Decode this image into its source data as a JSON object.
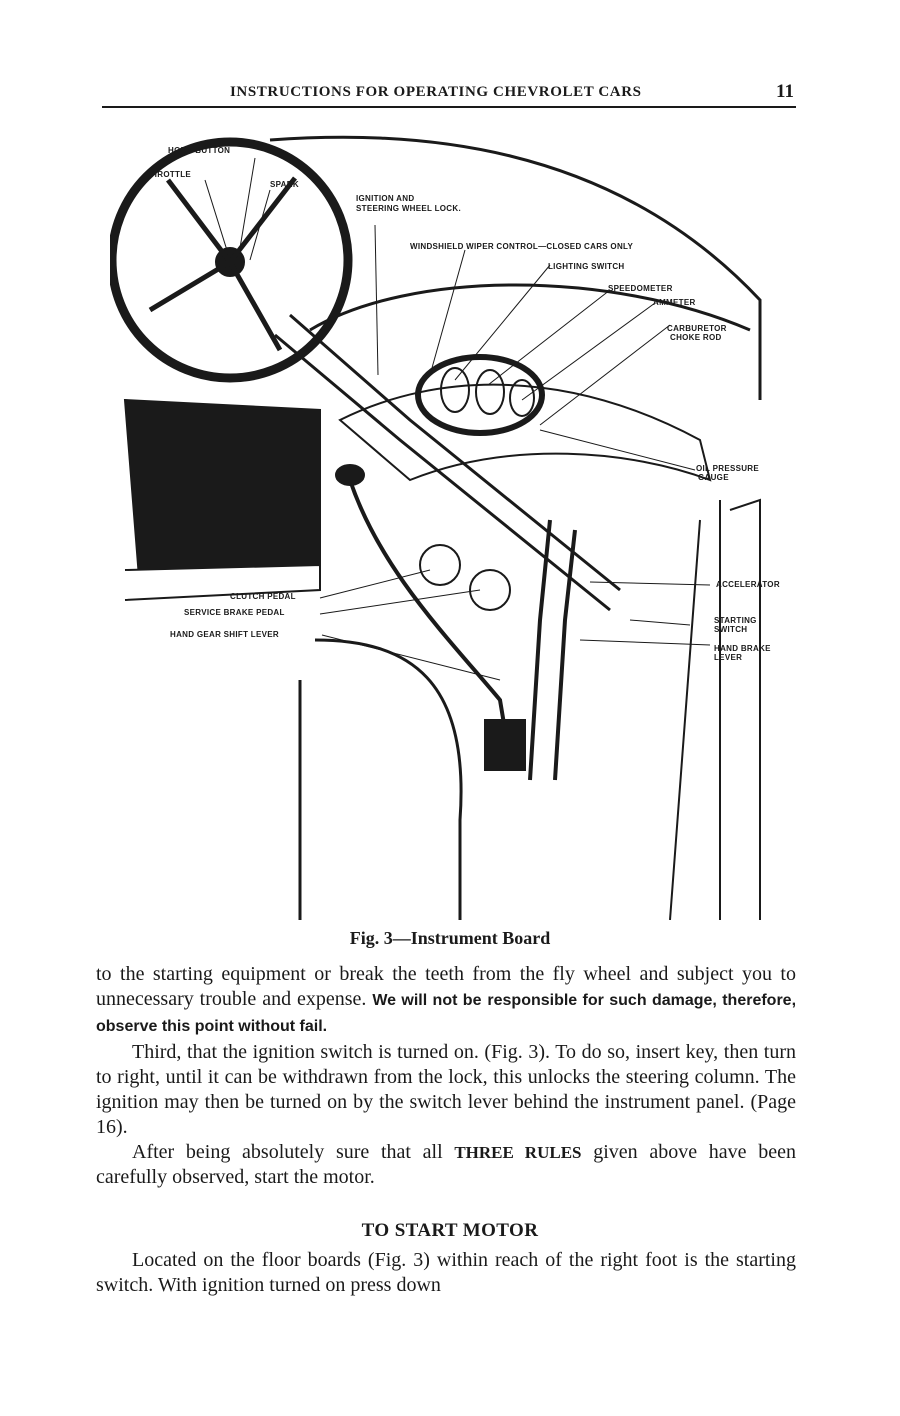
{
  "header": {
    "title": "INSTRUCTIONS FOR OPERATING CHEVROLET CARS",
    "page_number": "11"
  },
  "figure": {
    "callouts": {
      "horn_button": "HORN BUTTON",
      "throttle": "THROTTLE",
      "spark": "SPARK",
      "ignition_lock_1": "IGNITION AND",
      "ignition_lock_2": "STEERING WHEEL LOCK.",
      "windshield_wiper": "WINDSHIELD WIPER CONTROL—CLOSED CARS ONLY",
      "lighting_switch": "LIGHTING SWITCH",
      "speedometer": "SPEEDOMETER",
      "ammeter": "AMMETER",
      "carburetor_1": "CARBURETOR",
      "carburetor_2": "CHOKE ROD",
      "oil_pressure_1": "OIL PRESSURE",
      "oil_pressure_2": "GAUGE",
      "clutch_pedal": "CLUTCH PEDAL",
      "service_brake": "SERVICE BRAKE PEDAL",
      "gear_shift": "HAND GEAR SHIFT LEVER",
      "accelerator": "ACCELERATOR",
      "starting_switch_1": "STARTING",
      "starting_switch_2": "SWITCH",
      "hand_brake_1": "HAND BRAKE",
      "hand_brake_2": "LEVER"
    },
    "caption": "Fig. 3—Instrument Board"
  },
  "body": {
    "p1_text": "to the starting equipment or break the teeth from the fly wheel and subject you to unnecessary trouble and expense. ",
    "p1_bold_a": "We will not be",
    "p1_bold_b": "responsible for such damage, therefore, observe this point without fail.",
    "p2": "Third, that the ignition switch is turned on. (Fig. 3). To do so, insert key, then turn to right, until it can be withdrawn from the lock, this unlocks the steering column. The ignition may then be turned on by the switch lever behind the instrument panel. (Page 16).",
    "p3_a": "After being absolutely sure that all ",
    "p3_smallcaps": "THREE RULES",
    "p3_b": " given above have been carefully observed, start the motor.",
    "section_heading": "TO START MOTOR",
    "p4": "Located on the floor boards (Fig. 3) within reach of the right foot is the starting switch. With ignition turned on press down"
  }
}
